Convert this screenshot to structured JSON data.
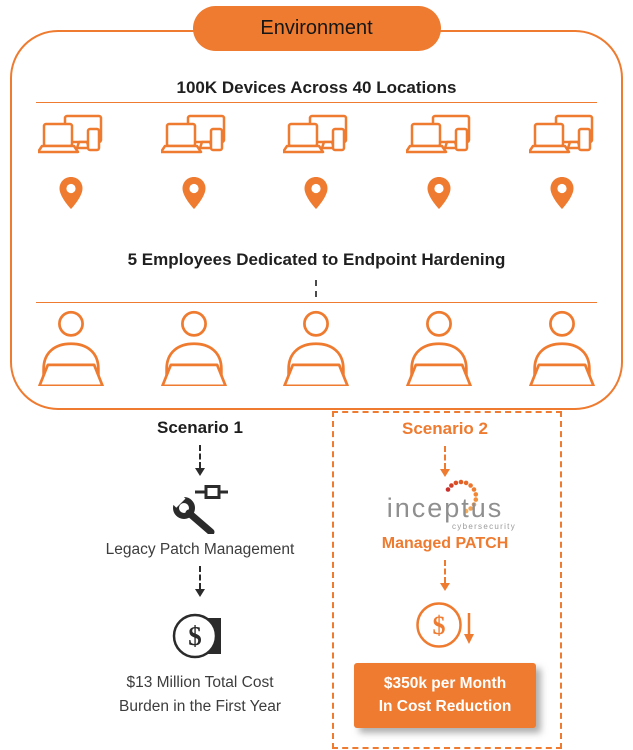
{
  "colors": {
    "accent_orange": "#EE7B30",
    "dark": "#2B2B2B",
    "logo_gray": "#8F8F8F",
    "result_box_text": "#FFFFFF"
  },
  "environment": {
    "label": "Environment",
    "devices_heading": "100K Devices Across 40 Locations",
    "employees_heading": "5 Employees Dedicated to Endpoint Hardening",
    "device_count": 5,
    "location_pin_count": 5,
    "employee_count": 5
  },
  "scenario1": {
    "title": "Scenario 1",
    "method_label": "Legacy Patch Management",
    "result_line1": "$13 Million Total Cost",
    "result_line2": "Burden in the First Year"
  },
  "scenario2": {
    "title": "Scenario 2",
    "logo_text": "inceptus",
    "logo_subtext": "cybersecurity",
    "method_label": "Managed PATCH",
    "result_line1": "$350k per Month",
    "result_line2": "In Cost Reduction"
  },
  "icons": {
    "dollar_glyph": "$"
  }
}
